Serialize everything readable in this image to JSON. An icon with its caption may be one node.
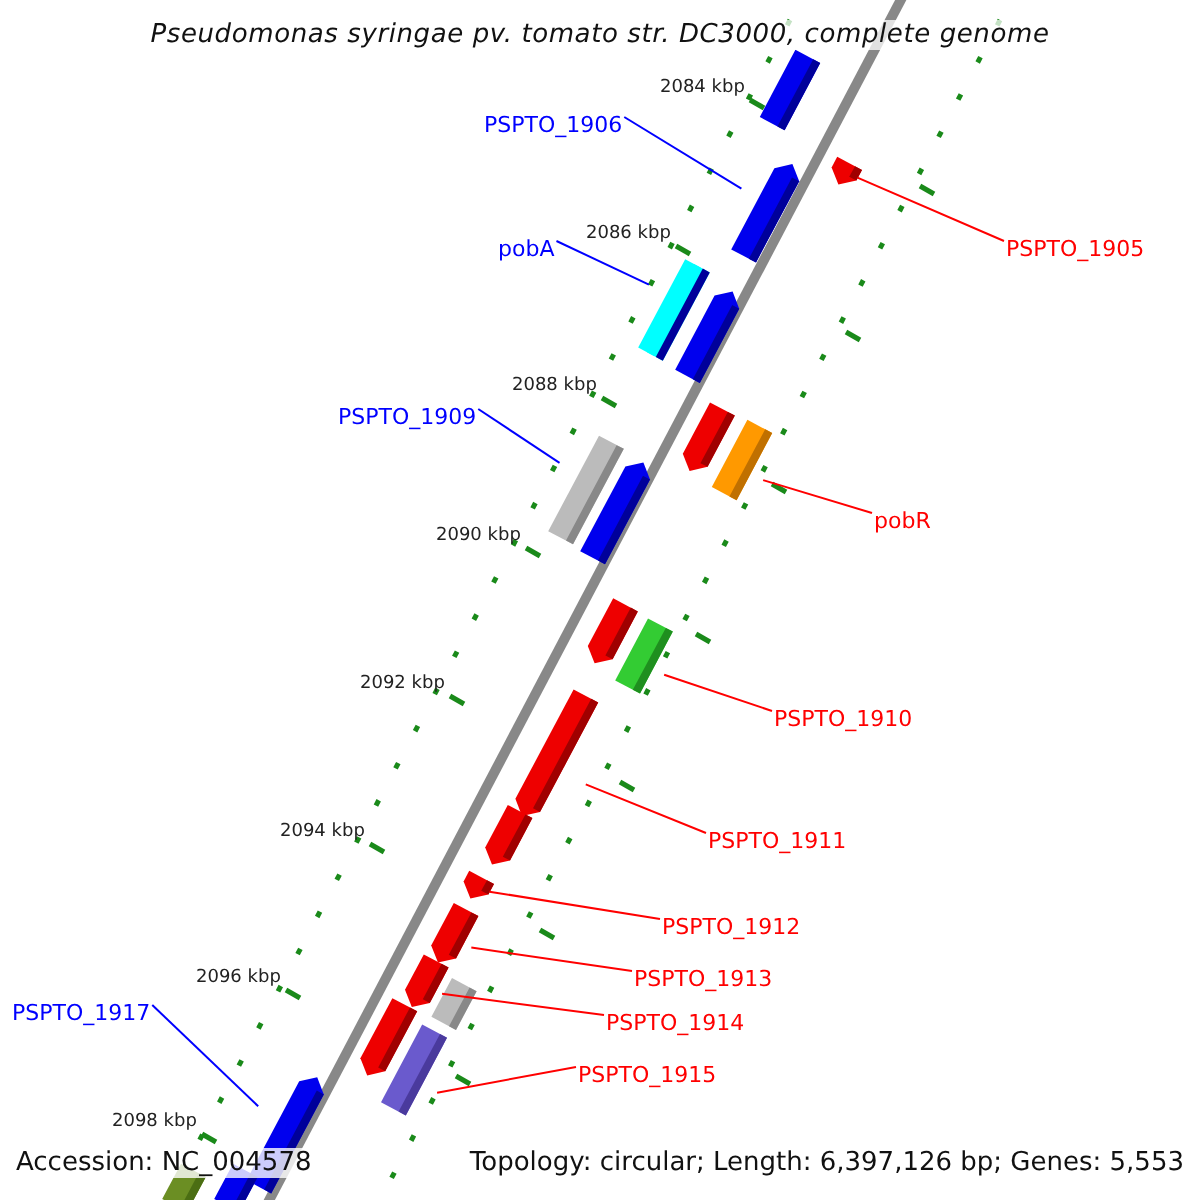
{
  "diagram": {
    "title": "Pseudomonas syringae pv. tomato str. DC3000, complete genome",
    "nodes": [
      {
        "text": [
          "PSPTO_1906"
        ]
      },
      {
        "text": [],
        "shape": "bar"
      },
      {
        "text": [
          "pobA"
        ]
      },
      {
        "text": [],
        "shape": "bar"
      },
      {
        "text": [
          "PSPTO_1909"
        ]
      },
      {
        "text": [],
        "shape": "bar"
      },
      {
        "text": [
          "PSPTO_1905"
        ]
      },
      {
        "text": [],
        "shape": "bar"
      },
      {
        "text": [
          "pobR"
        ]
      },
      {
        "text": [],
        "shape": "bar"
      },
      {
        "text": [
          "PSPTO_1910"
        ]
      },
      {
        "text": [],
        "shape": "bar"
      },
      {
        "text": [
          "PSPTO_1911"
        ]
      },
      {
        "text": [],
        "shape": "bar"
      },
      {
        "text": [
          "PSPTO_1912"
        ]
      },
      {
        "text": [],
        "shape": "bar"
      },
      {
        "text": [
          "PSPTO_1913"
        ]
      },
      {
        "text": [],
        "shape": "bar"
      },
      {
        "text": [
          "PSPTO_1914"
        ]
      },
      {
        "text": [],
        "shape": "bar"
      },
      {
        "text": [
          "PSPTO_1915"
        ]
      },
      {
        "text": [],
        "shape": "bar"
      },
      {
        "text": [
          "PSPTO_1917"
        ]
      },
      {
        "text": [],
        "shape": "bar"
      },
      {
        "text": [],
        "shape": "bar"
      },
      {
        "text": [],
        "shape": "bar"
      },
      {
        "text": [],
        "shape": "bar"
      },
      {
        "text": [],
        "shape": "bar"
      },
      {
        "text": [],
        "shape": "bar"
      },
      {
        "text": [],
        "shape": "bar"
      },
      {
        "text": [],
        "shape": "bar"
      },
      {
        "text": [],
        "shape": "bar"
      },
      {
        "text": [],
        "shape": "bar"
      },
      {
        "text": [],
        "shape": "bar"
      }
    ],
    "edges": [
      {
        "from": 0,
        "to": 1,
        "arrow": "none",
        "color": "#0000ff"
      },
      {
        "from": 2,
        "to": 3,
        "arrow": "none",
        "color": "#0000ff"
      },
      {
        "from": 4,
        "to": 5,
        "arrow": "none",
        "color": "#0000ff"
      },
      {
        "from": 6,
        "to": 7,
        "arrow": "none"
      },
      {
        "from": 8,
        "to": 9,
        "arrow": "none"
      },
      {
        "from": 10,
        "to": 11,
        "arrow": "none"
      },
      {
        "from": 12,
        "to": 13,
        "arrow": "none"
      },
      {
        "from": 14,
        "to": 15,
        "arrow": "none"
      },
      {
        "from": 16,
        "to": 17,
        "arrow": "none"
      },
      {
        "from": 18,
        "to": 19,
        "arrow": "none"
      },
      {
        "from": 20,
        "to": 21,
        "arrow": "none"
      },
      {
        "from": 22,
        "to": 23,
        "arrow": "none",
        "color": "#0000ff"
      }
    ],
    "labels": [
      "2084 kbp",
      "2086 kbp",
      "2088 kbp",
      "2090 kbp",
      "2092 kbp",
      "2094 kbp",
      "2096 kbp",
      "2098 kbp",
      "Accession: NC_004578",
      "Topology: circular; Length: 6,397,126 bp; Genes: 5,553"
    ]
  }
}
